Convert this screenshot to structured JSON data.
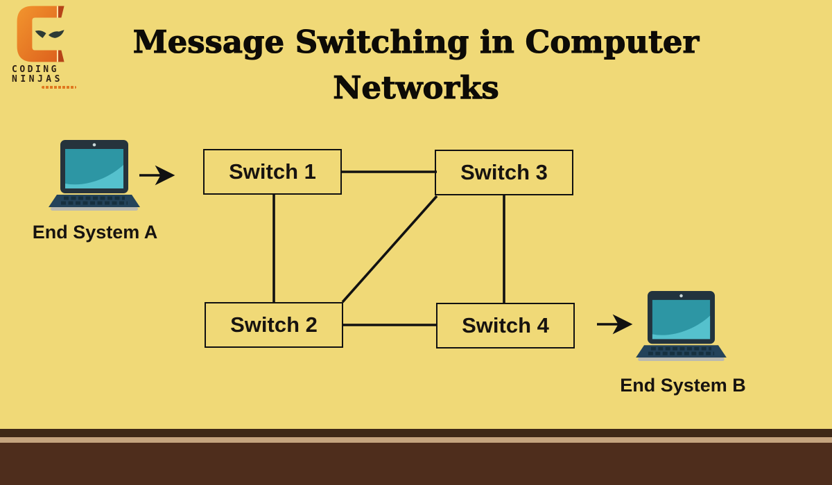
{
  "logo": {
    "brand_line1": "CODING",
    "brand_line2": "NINJAS"
  },
  "title": {
    "line1": "Message Switching in Computer",
    "line2": "Networks"
  },
  "nodes": {
    "switch1": {
      "label": "Switch 1"
    },
    "switch2": {
      "label": "Switch 2"
    },
    "switch3": {
      "label": "Switch 3"
    },
    "switch4": {
      "label": "Switch 4"
    },
    "end_system_a": {
      "label": "End System A"
    },
    "end_system_b": {
      "label": "End System B"
    }
  },
  "edges": [
    {
      "from": "end_system_a",
      "to": "switch1",
      "type": "arrow"
    },
    {
      "from": "switch1",
      "to": "switch3",
      "type": "line"
    },
    {
      "from": "switch1",
      "to": "switch2",
      "type": "line"
    },
    {
      "from": "switch3",
      "to": "switch2",
      "type": "line"
    },
    {
      "from": "switch3",
      "to": "switch4",
      "type": "line"
    },
    {
      "from": "switch2",
      "to": "switch4",
      "type": "line"
    },
    {
      "from": "switch4",
      "to": "end_system_b",
      "type": "arrow"
    }
  ],
  "colors": {
    "background": "#F0D977",
    "connector_line": "#111111",
    "title_text": "#0D0B07",
    "label_text": "#171310",
    "logo_orange": "#EE7C23",
    "logo_orange_dark": "#B64418",
    "laptop_bezel": "#26333C",
    "laptop_screen_teal": "#2D96A4",
    "laptop_screen_teal_light": "#55C1CD",
    "laptop_body_navy": "#24435A",
    "footer_stripe_dark": "#3E2817",
    "footer_stripe_tan": "#C5A47F",
    "footer_brown": "#4E2D1C"
  }
}
